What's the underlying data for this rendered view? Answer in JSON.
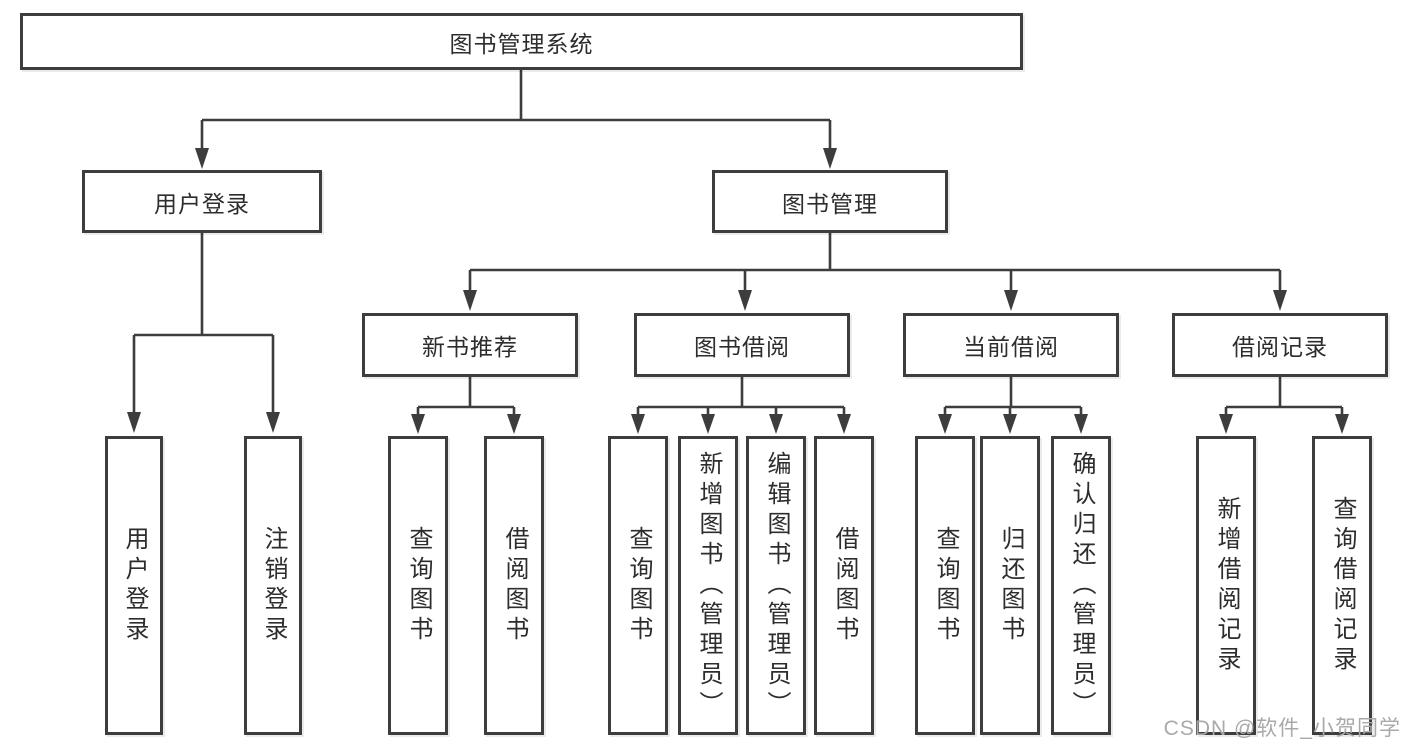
{
  "diagram": {
    "root": "图书管理系统",
    "branches": [
      {
        "label": "用户登录",
        "children": [
          {
            "label": "用户登录"
          },
          {
            "label": "注销登录"
          }
        ]
      },
      {
        "label": "图书管理",
        "sections": [
          {
            "label": "新书推荐",
            "children": [
              {
                "label": "查询图书"
              },
              {
                "label": "借阅图书"
              }
            ]
          },
          {
            "label": "图书借阅",
            "children": [
              {
                "label": "查询图书"
              },
              {
                "label": "新增图书（管理员）"
              },
              {
                "label": "编辑图书（管理员）"
              },
              {
                "label": "借阅图书"
              }
            ]
          },
          {
            "label": "当前借阅",
            "children": [
              {
                "label": "查询图书"
              },
              {
                "label": "归还图书"
              },
              {
                "label": "确认归还（管理员）"
              }
            ]
          },
          {
            "label": "借阅记录",
            "children": [
              {
                "label": "新增借阅记录"
              },
              {
                "label": "查询借阅记录"
              }
            ]
          }
        ]
      }
    ]
  },
  "watermark": {
    "text": "CSDN @软件_小贺同学"
  },
  "colors": {
    "line": "#3d3d3d",
    "box_border": "#3d3d3d",
    "box_fill": "#ffffff",
    "text": "#2d2d2d",
    "watermark": "#a9a9a9",
    "background": "#ffffff"
  }
}
